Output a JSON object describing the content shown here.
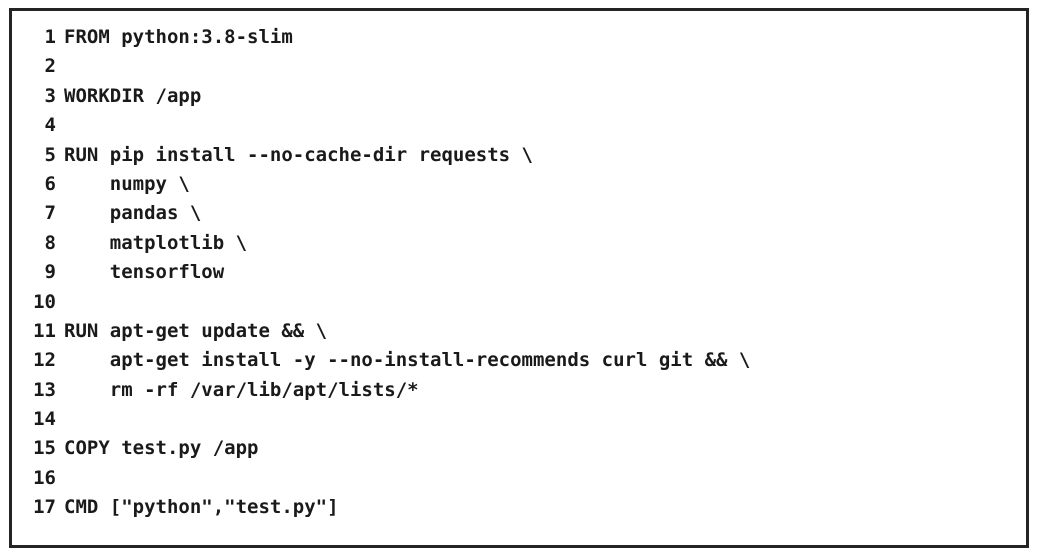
{
  "document": {
    "kind": "dockerfile-code-listing",
    "background_color": "#ffffff",
    "border_color": "#242424",
    "text_color": "#1a1a1a",
    "line_number_color": "#1a1a1a",
    "total_lines": 17
  },
  "code": {
    "lines": [
      {
        "number": "1",
        "text": "FROM python:3.8-slim"
      },
      {
        "number": "2",
        "text": ""
      },
      {
        "number": "3",
        "text": "WORKDIR /app"
      },
      {
        "number": "4",
        "text": ""
      },
      {
        "number": "5",
        "text": "RUN pip install --no-cache-dir requests \\"
      },
      {
        "number": "6",
        "text": "    numpy \\"
      },
      {
        "number": "7",
        "text": "    pandas \\"
      },
      {
        "number": "8",
        "text": "    matplotlib \\"
      },
      {
        "number": "9",
        "text": "    tensorflow"
      },
      {
        "number": "10",
        "text": ""
      },
      {
        "number": "11",
        "text": "RUN apt-get update && \\"
      },
      {
        "number": "12",
        "text": "    apt-get install -y --no-install-recommends curl git && \\"
      },
      {
        "number": "13",
        "text": "    rm -rf /var/lib/apt/lists/*"
      },
      {
        "number": "14",
        "text": ""
      },
      {
        "number": "15",
        "text": "COPY test.py /app"
      },
      {
        "number": "16",
        "text": ""
      },
      {
        "number": "17",
        "text": "CMD [\"python\",\"test.py\"]"
      }
    ]
  }
}
